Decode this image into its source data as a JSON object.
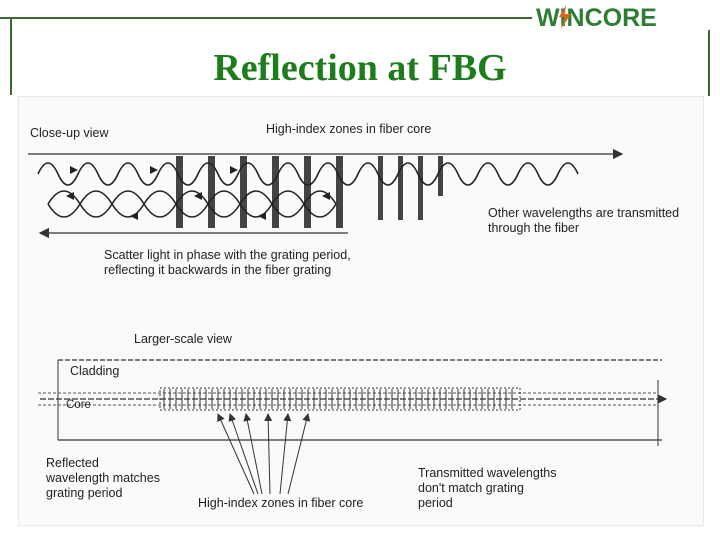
{
  "slide": {
    "title": "Reflection at FBG",
    "logo": {
      "text": "WINCORE",
      "icon": "lightning-bolt-icon",
      "color": "#2f7d32",
      "bolt_color": "#e0651f"
    },
    "accent_color": "#3a6b2a",
    "title_color": "#1d7d1d"
  },
  "diagram": {
    "closeup": {
      "label": "Close-up view",
      "zones_label": "High-index zones in fiber core",
      "transmitted_label": "Other wavelengths are transmitted\nthrough the fiber",
      "scatter_label": "Scatter light in phase with the grating period,\nreflecting it backwards in the fiber grating"
    },
    "larger": {
      "label": "Larger-scale view",
      "cladding_label": "Cladding",
      "core_label": "Core",
      "reflected_label": "Reflected\nwavelength matches\ngrating period",
      "zones_label": "High-index zones in fiber core",
      "transmitted_label": "Transmitted wavelengths\ndon't match grating\nperiod"
    }
  }
}
